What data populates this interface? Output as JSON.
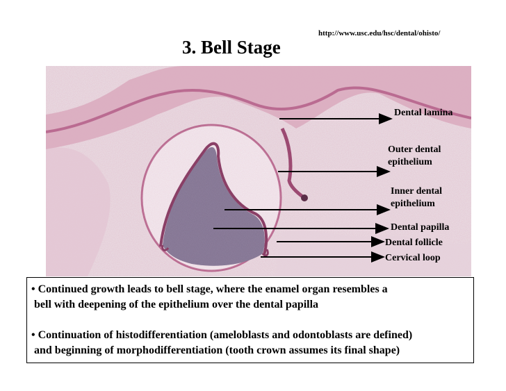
{
  "slide": {
    "title": "3.  Bell Stage",
    "source_url": "http://www.usc.edu/hsc/dental/ohisto/"
  },
  "labels": {
    "dental_lamina": "Dental lamina",
    "outer_dental_1": "Outer dental",
    "outer_dental_2": "epithelium",
    "inner_dental_1": "Inner dental",
    "inner_dental_2": "epithelium",
    "dental_papilla": "Dental papilla",
    "dental_follicle": "Dental follicle",
    "cervical_loop": "Cervical loop"
  },
  "bullets": {
    "b1_line1": "• Continued growth leads to bell stage, where the enamel organ resembles a",
    "b1_line2": " bell with deepening of the epithelium over the dental papilla",
    "b2_line1": "• Continuation of histodifferentiation (ameloblasts and odontoblasts are defined)",
    "b2_line2": " and beginning of morphodifferentiation (tooth crown assumes its final shape)"
  }
}
